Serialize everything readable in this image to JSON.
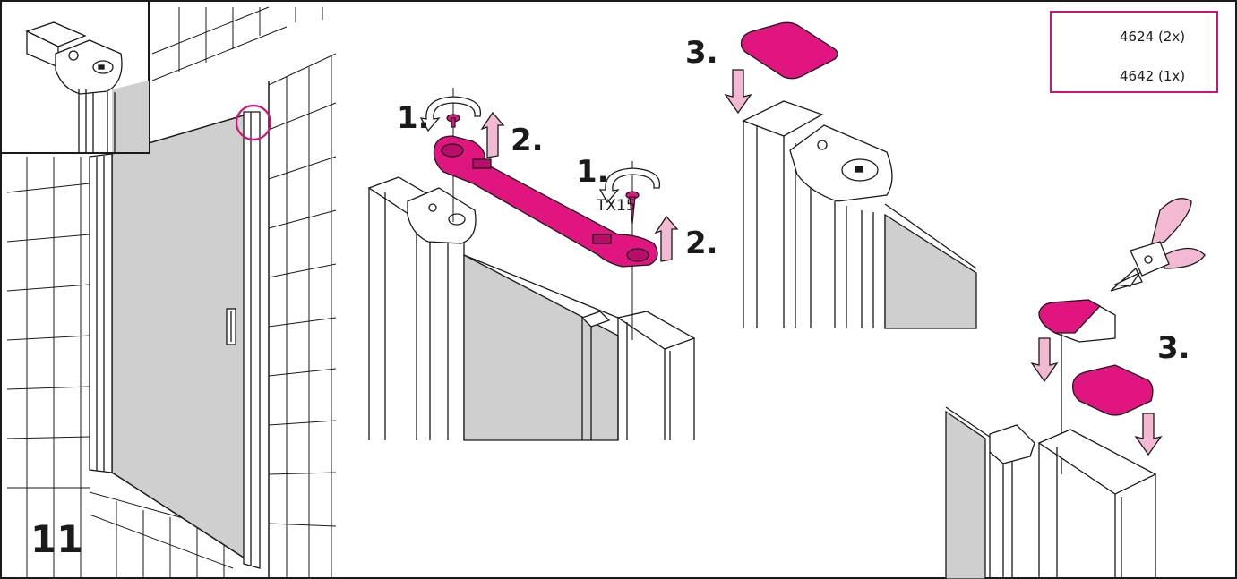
{
  "step_number": "11",
  "steps": {
    "step1_left": "1.",
    "step1_right": "1.",
    "step2_left": "2.",
    "step2_right": "2.",
    "step3_top": "3.",
    "step3_bottom": "3."
  },
  "tool_label": "TX15",
  "legend": {
    "items": [
      {
        "code": "4624 (2x)"
      },
      {
        "code": "4642 (1x)"
      }
    ]
  },
  "colors": {
    "accent": "#d2127a",
    "part_fill": "#e0157f",
    "arrow_fill": "#f3b9d2",
    "glass": "#cfcfcf",
    "line": "#1a1a1a"
  }
}
